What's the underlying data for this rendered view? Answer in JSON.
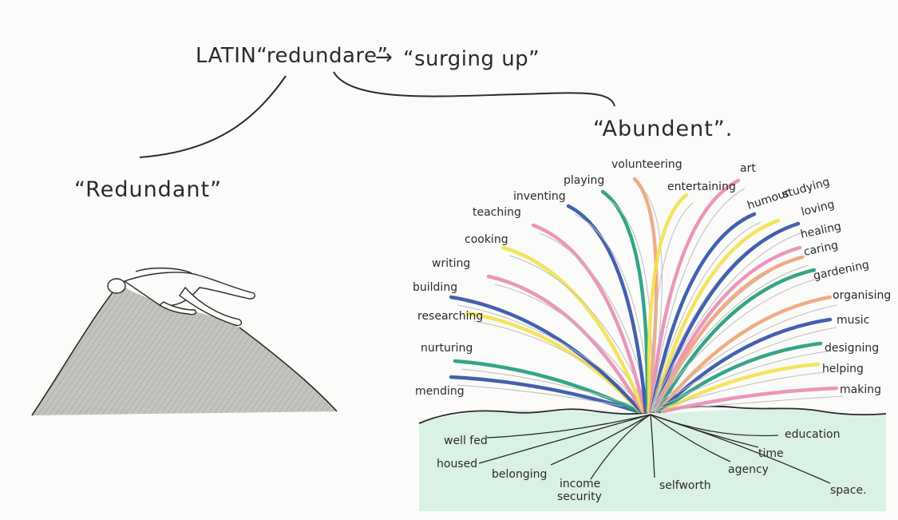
{
  "title": {
    "left": "LATIN“redundare”",
    "arrow": "→",
    "right": "“surging up”"
  },
  "redundant_label": "“Redundant”",
  "abundant_label": "“Abundent”.",
  "colors": {
    "ink": "#2a2a2a",
    "pink": "#e98bb4",
    "yellow": "#f2e14a",
    "blue": "#2f4fa6",
    "green": "#1f9a7a",
    "orange": "#eea27a",
    "ground": "#c9ecdf",
    "hill": "#bdbdb8"
  },
  "activities": [
    {
      "label": "mending",
      "color": "blue"
    },
    {
      "label": "nurturing",
      "color": "green"
    },
    {
      "label": "researching",
      "color": "yellow"
    },
    {
      "label": "building",
      "color": "blue"
    },
    {
      "label": "writing",
      "color": "pink"
    },
    {
      "label": "cooking",
      "color": "yellow"
    },
    {
      "label": "teaching",
      "color": "pink"
    },
    {
      "label": "inventing",
      "color": "blue"
    },
    {
      "label": "playing",
      "color": "green"
    },
    {
      "label": "volunteering",
      "color": "orange"
    },
    {
      "label": "entertaining",
      "color": "yellow"
    },
    {
      "label": "art",
      "color": "pink"
    },
    {
      "label": "humour",
      "color": "blue"
    },
    {
      "label": "studying",
      "color": "yellow"
    },
    {
      "label": "loving",
      "color": "blue"
    },
    {
      "label": "healing",
      "color": "pink"
    },
    {
      "label": "caring",
      "color": "orange"
    },
    {
      "label": "gardening",
      "color": "green"
    },
    {
      "label": "organising",
      "color": "orange"
    },
    {
      "label": "music",
      "color": "blue"
    },
    {
      "label": "designing",
      "color": "green"
    },
    {
      "label": "helping",
      "color": "yellow"
    },
    {
      "label": "making",
      "color": "pink"
    }
  ],
  "roots": [
    {
      "label": "well fed"
    },
    {
      "label": "housed"
    },
    {
      "label": "belonging"
    },
    {
      "label": "income security"
    },
    {
      "label": "selfworth"
    },
    {
      "label": "agency"
    },
    {
      "label": "time"
    },
    {
      "label": "education"
    },
    {
      "label": "space."
    }
  ]
}
